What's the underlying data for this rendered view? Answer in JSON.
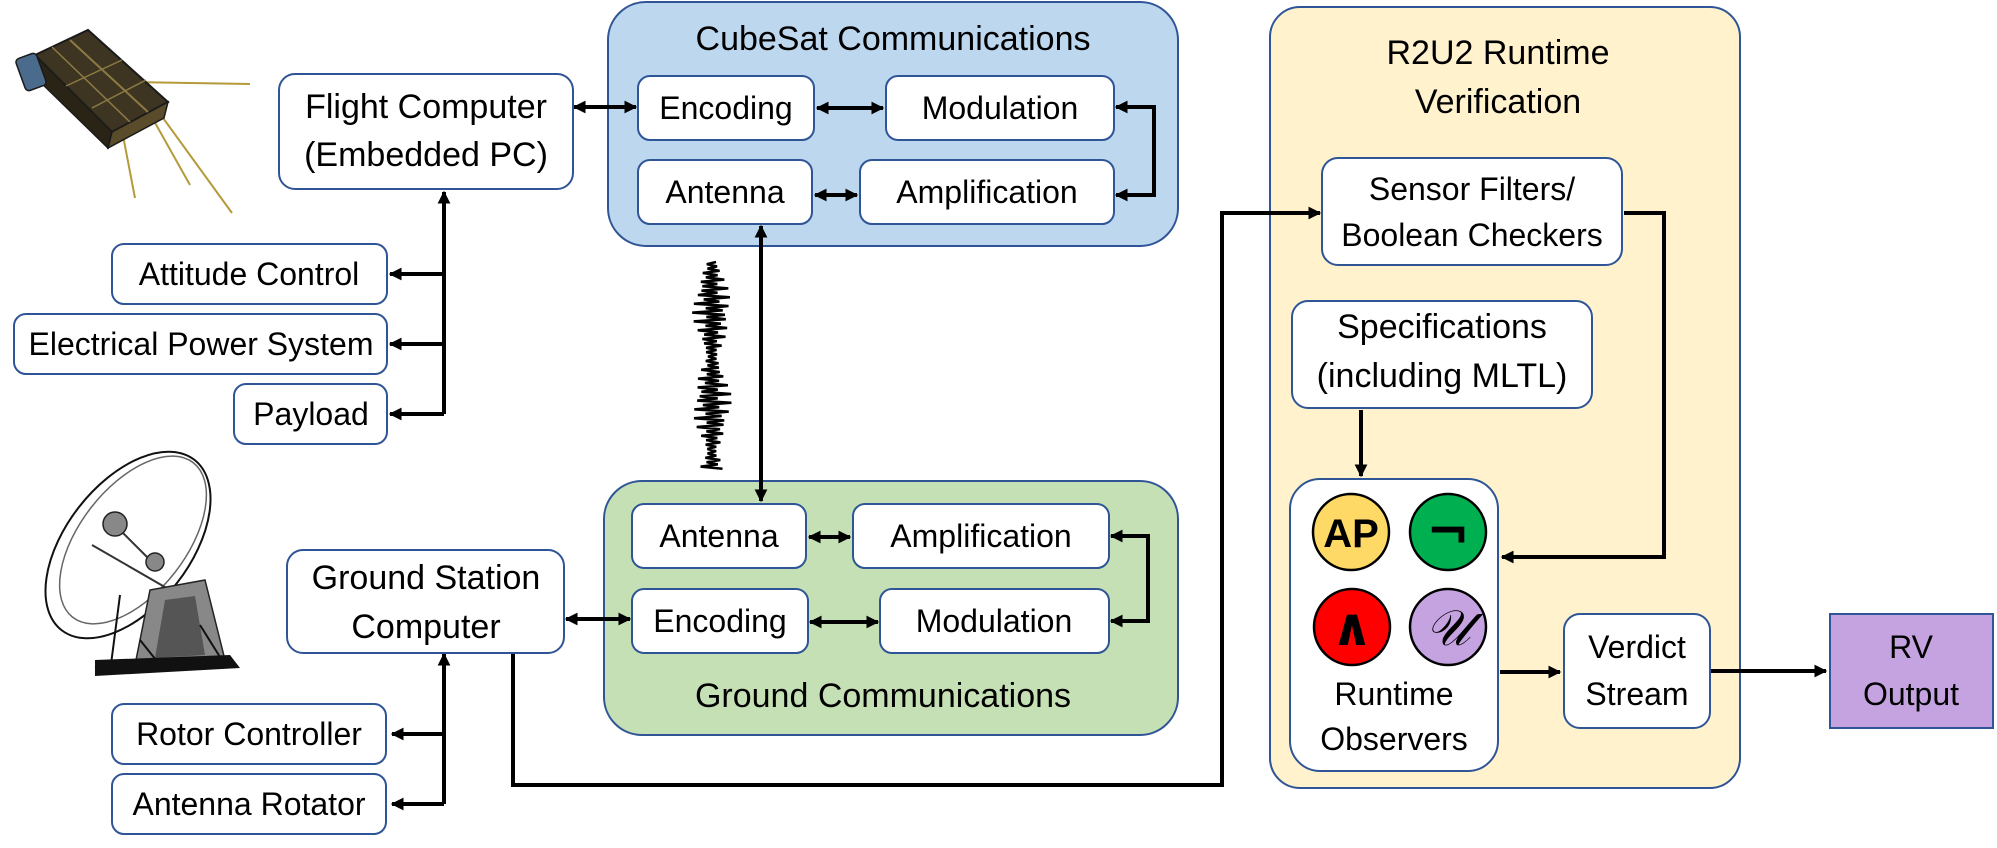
{
  "groups": {
    "cubesat_title": "CubeSat Communications",
    "ground_title": "Ground Communications",
    "r2u2_title_line1": "R2U2 Runtime",
    "r2u2_title_line2": "Verification"
  },
  "flight_computer": {
    "line1": "Flight Computer",
    "line2": "(Embedded PC)"
  },
  "subsystems": {
    "attitude": "Attitude Control",
    "power": "Electrical Power System",
    "payload": "Payload"
  },
  "ground_station": {
    "line1": "Ground Station",
    "line2": "Computer"
  },
  "ground_devices": {
    "rotor": "Rotor Controller",
    "rotator": "Antenna Rotator"
  },
  "sat_blocks": {
    "encoding": "Encoding",
    "modulation": "Modulation",
    "antenna": "Antenna",
    "amplification": "Amplification"
  },
  "gnd_blocks": {
    "antenna": "Antenna",
    "amplification": "Amplification",
    "encoding": "Encoding",
    "modulation": "Modulation"
  },
  "r2u2": {
    "filters_line1": "Sensor Filters/",
    "filters_line2": "Boolean Checkers",
    "spec_line1": "Specifications",
    "spec_line2": "(including MLTL)",
    "observers_line1": "Runtime",
    "observers_line2": "Observers",
    "verdict_line1": "Verdict",
    "verdict_line2": "Stream"
  },
  "operators": {
    "ap": "AP",
    "not": "¬",
    "and": "∧",
    "until": "𝒰"
  },
  "output": {
    "line1": "RV",
    "line2": "Output"
  },
  "colors": {
    "cubesat_fill": "#bdd7ee",
    "ground_fill": "#c5e0b4",
    "r2u2_fill": "#fff2cc",
    "output_fill": "#c5a3e0",
    "box_border": "#2f5597",
    "op_ap": "#ffd966",
    "op_not": "#00b050",
    "op_and": "#ff0000",
    "op_until": "#c5a3e0"
  },
  "icons": [
    "cubesat-icon",
    "radio-waveform-icon",
    "satellite-dish-icon"
  ]
}
